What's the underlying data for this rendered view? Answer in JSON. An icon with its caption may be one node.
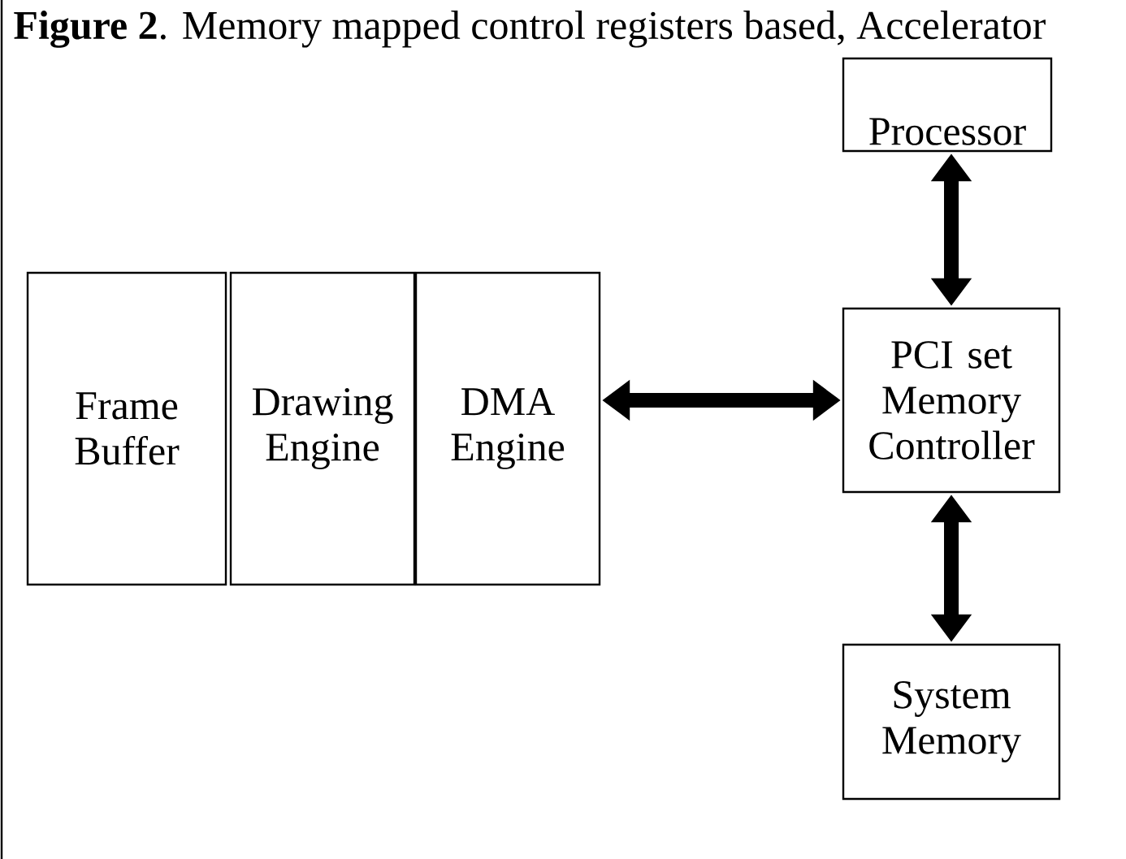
{
  "diagram": {
    "title": "**Figure 2**. Memory mapped control registers based, Accelerator",
    "nodes": [
      {
        "text": [
          "Processor"
        ]
      },
      {
        "text": [
          "Frame Buffer"
        ]
      },
      {
        "text": [
          "Drawing Engine"
        ]
      },
      {
        "text": [
          "DMA Engine"
        ]
      },
      {
        "text": [
          "PCI set Memory Controller"
        ]
      },
      {
        "text": [
          "System Memory"
        ]
      }
    ],
    "edges": [
      {
        "from": 0,
        "to": 4,
        "arrow": "both"
      },
      {
        "from": 3,
        "to": 4,
        "arrow": "both"
      },
      {
        "from": 4,
        "to": 5,
        "arrow": "both"
      }
    ]
  }
}
